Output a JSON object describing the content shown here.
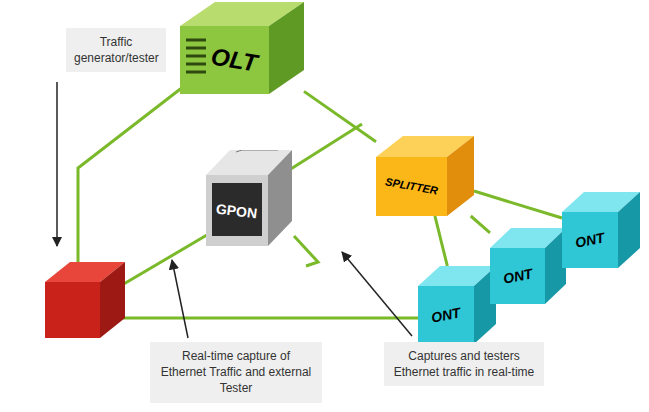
{
  "diagram": {
    "nodes": [
      {
        "text": [
          "Traffic generator/tester"
        ]
      },
      {
        "text": [
          "OLT"
        ]
      },
      {
        "text": [
          "GPON"
        ]
      },
      {
        "text": [
          "SPLITTER"
        ]
      },
      {
        "text": [
          "ONT"
        ]
      },
      {
        "text": [
          "ONT"
        ]
      },
      {
        "text": [
          "ONT"
        ]
      },
      {
        "text": [
          "Real-time capture of Ethernet Traffic and external Tester"
        ]
      },
      {
        "text": [
          "Captures and testers Ethernet traffic in real-time"
        ]
      }
    ],
    "edges": [
      {
        "from": 1,
        "to": 3,
        "arrow": "none"
      },
      {
        "from": 3,
        "to": 4,
        "arrow": "none"
      },
      {
        "from": 3,
        "to": 5,
        "arrow": "none"
      },
      {
        "from": 3,
        "to": 6,
        "arrow": "none"
      }
    ]
  }
}
